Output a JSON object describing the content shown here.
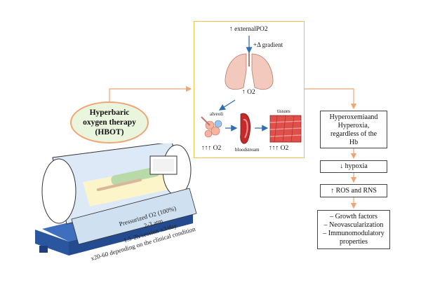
{
  "hbot_label": [
    "Hyperbaric",
    "oxygen therapy",
    "(HBOT)"
  ],
  "chamber_specs": [
    "Pressurized O2 (100%)",
    "2-3 atm",
    "1.5-2h/session x3/day",
    "x20-60 depending on the clinical condition"
  ],
  "panel": {
    "external_po2": "↑ externalPO2",
    "gradient": "+Δ gradient",
    "lungs_o2": "↑ O2",
    "alveoli": "alveoli",
    "alveoli_o2": "↑↑↑ O2",
    "bloodstream": "bloodstream",
    "tissues": "tissues",
    "tissues_o2": "↑↑↑ O2"
  },
  "effects": {
    "hyperoxemia": [
      "Hyperoxemiaand",
      "Hyperoxia,",
      "regardless of the",
      "Hb"
    ],
    "hypoxia": "↓ hypoxia",
    "ros": "↑ ROS and RNS",
    "outcomes": [
      "– Growth factors",
      "– Neovascularization",
      "– Immunomodulatory",
      "properties"
    ]
  },
  "colors": {
    "ellipse_fill": "#eaf5de",
    "ellipse_border": "#f1a574",
    "connector": "#f1a574",
    "panel_border": "#f2c14e",
    "panel_arrow": "#2f6db5",
    "chamber_base": "#2f5fa8",
    "chamber_body": "#cfe0f1"
  },
  "icons": [
    "lungs-icon",
    "alveoli-icon",
    "blood-vessel-icon",
    "muscle-tissue-icon",
    "patient-icon",
    "monitor-icon"
  ]
}
